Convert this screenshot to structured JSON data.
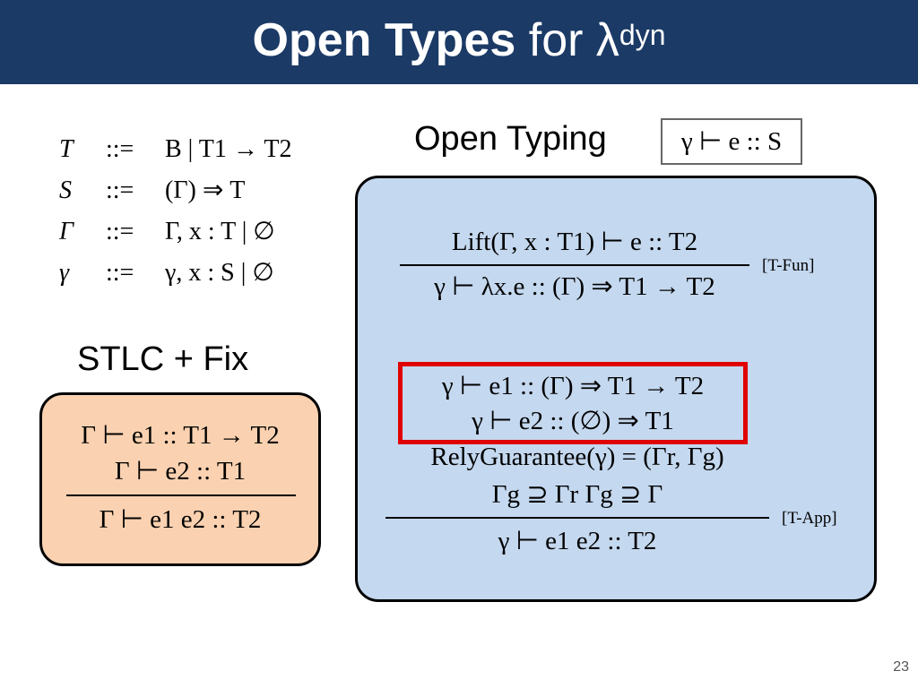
{
  "slide": {
    "title_bold": "Open Types",
    "title_regular": "for λ",
    "title_superscript": "dyn",
    "page_number": "23"
  },
  "grammar": {
    "rows": [
      {
        "lhs": "T",
        "op": "::=",
        "rhs": "B | T1 → T2"
      },
      {
        "lhs": "S",
        "op": "::=",
        "rhs": "(Γ) ⇒ T"
      },
      {
        "lhs": "Γ",
        "op": "::=",
        "rhs": "Γ, x : T | ∅"
      },
      {
        "lhs": "γ",
        "op": "::=",
        "rhs": "γ, x : S | ∅"
      }
    ]
  },
  "open_typing": {
    "heading": "Open Typing",
    "judgment": "γ ⊢ e :: S"
  },
  "stlc": {
    "heading": "STLC + Fix",
    "premise1": "Γ ⊢ e1 :: T1 → T2",
    "premise2": "Γ ⊢ e2 :: T1",
    "conclusion": "Γ ⊢ e1 e2 :: T2"
  },
  "t_fun": {
    "premise": "Lift(Γ, x : T1) ⊢ e :: T2",
    "conclusion": "γ ⊢ λx.e :: (Γ) ⇒ T1 → T2",
    "label": "[T-Fun]"
  },
  "t_app": {
    "premise1": "γ ⊢ e1 :: (Γ) ⇒ T1 → T2",
    "premise2": "γ ⊢ e2 :: (∅) ⇒ T1",
    "premise3": "RelyGuarantee(γ) = (Γr, Γg)",
    "premise4": "Γg ⊇ Γr      Γg ⊇ Γ",
    "conclusion": "γ ⊢ e1 e2 :: T2",
    "label": "[T-App]"
  },
  "colors": {
    "banner": "#1b3a66",
    "blue_panel": "#c4d8ef",
    "orange_panel": "#fbd2b1",
    "highlight": "#e00000"
  }
}
